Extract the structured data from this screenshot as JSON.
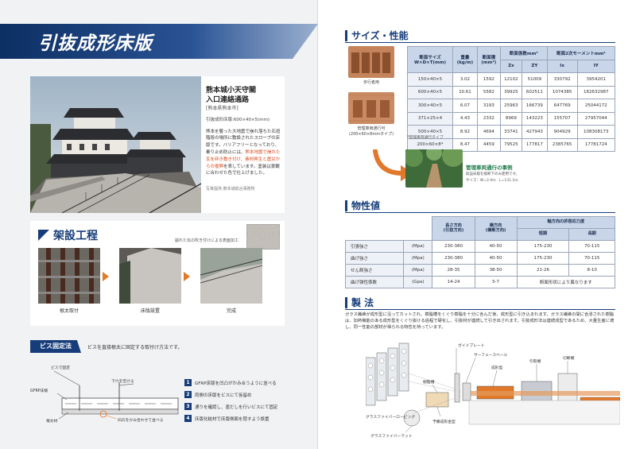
{
  "left": {
    "title": "引抜成形床版",
    "castle": {
      "name_line1": "熊本城小天守閣",
      "name_line2": "入口連絡通路",
      "location": "[熊本県熊本市]",
      "spec": "引抜成形床版:600×40×5(mm)",
      "desc_before": "熊本を襲った大地震で崩れ落ちた石垣階段の場所に敷設されたスロープの床版です。バリアフリーとなっており、乗り止め防止には、",
      "desc_highlight": "熊本地震で崩れた瓦を砕き敷き付け、素材再生と震災からの復興",
      "desc_after": "を表しています。塗装は景観に合わせた色で仕上げました。",
      "credit": "写真提供:熊本城総合事務所"
    },
    "build": {
      "title": "架設工程",
      "texture_note": "崩れた瓦の吹き付けによる表面加工",
      "steps": [
        "根太取付",
        "床版設置",
        "完成"
      ]
    },
    "screw": {
      "tag": "ビス固定法",
      "desc": "ビスを直接根太に固定する取付け方法です。",
      "diagram_labels": {
        "screw": "ビスで固定",
        "hole": "下穴を空ける",
        "panel": "GFRP床版",
        "joist": "根太材",
        "fit": "凹凸をかみ合わせて並べる"
      },
      "steps": [
        "GFRP床版を凹凸がかみ合うように並べる",
        "両側の床版をビスにて仮留め",
        "通りを確認し、墨だしを行いビスにて固定",
        "床版化粧材で床版側面を隠すよう設置"
      ]
    }
  },
  "right": {
    "size": {
      "heading": "サイズ・性能",
      "img1_caption": "歩行者用",
      "img2_caption": "管理車両通行可",
      "img2_sub": "(200×60×8mmタイプ)",
      "headers": {
        "size": "断面サイズ",
        "size_unit": "W×D×T(mm)",
        "weight": "重量",
        "weight_unit": "(kg/m)",
        "area": "断面積",
        "area_unit": "(mm²)",
        "modulus": "断面係数mm³",
        "moment": "断面2次モーメントmm⁴",
        "zx": "Zx",
        "zy": "ZY",
        "ix": "Ix",
        "iy": "IY"
      },
      "rows": [
        [
          "150×40×5",
          "3.02",
          "1592",
          "12102",
          "51009",
          "330792",
          "3954201"
        ],
        [
          "600×40×5",
          "10.61",
          "5582",
          "39925",
          "602511",
          "1074385",
          "182632987"
        ],
        [
          "300×40×5",
          "6.07",
          "3193",
          "25963",
          "166739",
          "647769",
          "25044172"
        ],
        [
          "371×25×4",
          "4.43",
          "2332",
          "8969",
          "143223",
          "155707",
          "27957044"
        ],
        [
          "500×40×5",
          "8.92",
          "4694",
          "33741",
          "427943",
          "904929",
          "108308173"
        ],
        [
          "200×60×8*",
          "8.47",
          "4459",
          "79525",
          "177817",
          "2385765",
          "17781724"
        ]
      ],
      "note": "*管理車両通行タイプ",
      "example_title": "管理車両通行の事例",
      "example_sub1": "既設床版を縦断下のみ使用です。",
      "example_sub2": "サイズ：W=2.0m　L=131.1m"
    },
    "props": {
      "heading": "物性値",
      "headers": {
        "long": "長さ方向",
        "long_sub": "(引抜方向)",
        "trans": "横方向",
        "trans_sub": "(横断方向)",
        "allow": "軸方向の許容応力度",
        "short": "短期",
        "longterm": "長期"
      },
      "rows": [
        [
          "引張強さ",
          "(Mpa)",
          "230-380",
          "40-50",
          "175-230",
          "70-115"
        ],
        [
          "曲げ強さ",
          "(Mpa)",
          "230-380",
          "40-50",
          "175-230",
          "70-115"
        ],
        [
          "せん断強さ",
          "(Mpa)",
          "28-35",
          "38-50",
          "21-26",
          "8-10"
        ],
        [
          "曲げ弾性係数",
          "(Gpa)",
          "14-24",
          "5-7",
          "断面形状により異なります",
          ""
        ]
      ]
    },
    "mfg": {
      "heading": "製 法",
      "text": "ガラス繊維が成形型に沿ってカットされ、樹脂槽をくぐり樹脂を十分に含んだ後、成形型に引き込まれます。ガラス繊維の間に含浸された樹脂は、加熱機能のある成形型をくぐり抜ける過程で硬化し、引抜材が連続して引き出されます。引抜成形法は連続成型であるため、大量生産に適し、同一性能の部材が得られる特性を持っています。",
      "labels": {
        "guide": "ガイドプレート",
        "surface": "サーフェースベール",
        "mold": "成形型",
        "puller": "引取機",
        "cutter": "切断機",
        "roving": "グラスファイバーロービング",
        "resin": "樹脂槽",
        "mat": "グラスファイバーマット",
        "preform": "予備成形金型"
      }
    }
  }
}
